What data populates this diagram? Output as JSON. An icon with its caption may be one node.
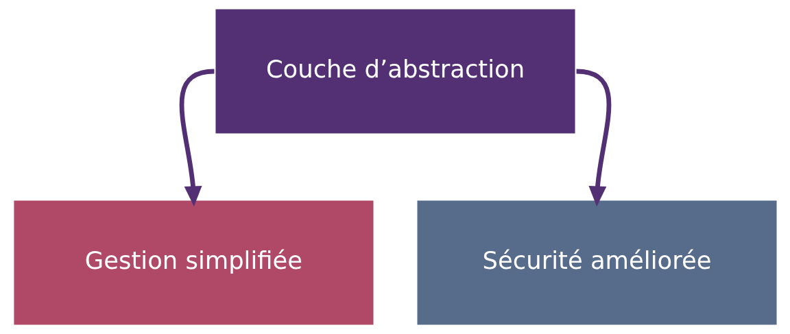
{
  "diagram": {
    "nodes": [
      {
        "text": [
          "Couche d’abstraction"
        ]
      },
      {
        "text": [
          "Gestion simplifiée"
        ]
      },
      {
        "text": [
          "Sécurité améliorée"
        ]
      }
    ],
    "edges": [
      {
        "from": 0,
        "to": 1,
        "arrow": "to"
      },
      {
        "from": 0,
        "to": 2,
        "arrow": "to"
      }
    ]
  }
}
